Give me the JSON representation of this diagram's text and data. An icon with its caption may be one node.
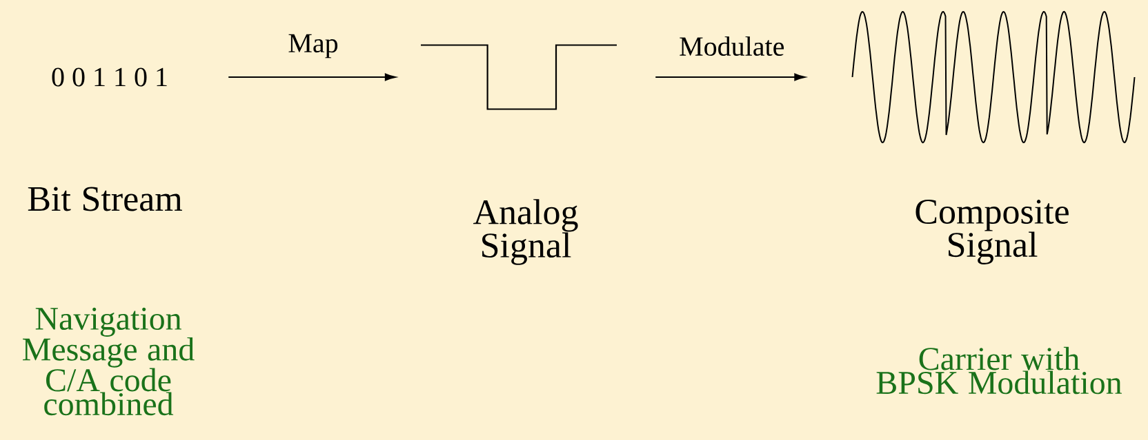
{
  "diagram": {
    "nodes": [
      {
        "text": [
          "0 0 1 1 0 1"
        ],
        "beside": [
          "Bit Stream",
          "Navigation Message and C/A code combined"
        ]
      },
      {
        "text": [],
        "shape": "picture",
        "beside": [
          "Analog Signal"
        ]
      },
      {
        "text": [],
        "shape": "picture",
        "beside": [
          "Composite Signal",
          "Carrier with BPSK Modulation"
        ]
      }
    ],
    "edges": [
      {
        "from": 0,
        "to": 1,
        "arrow": "to",
        "label": "Map"
      },
      {
        "from": 1,
        "to": 2,
        "arrow": "to",
        "label": "Modulate"
      }
    ]
  }
}
